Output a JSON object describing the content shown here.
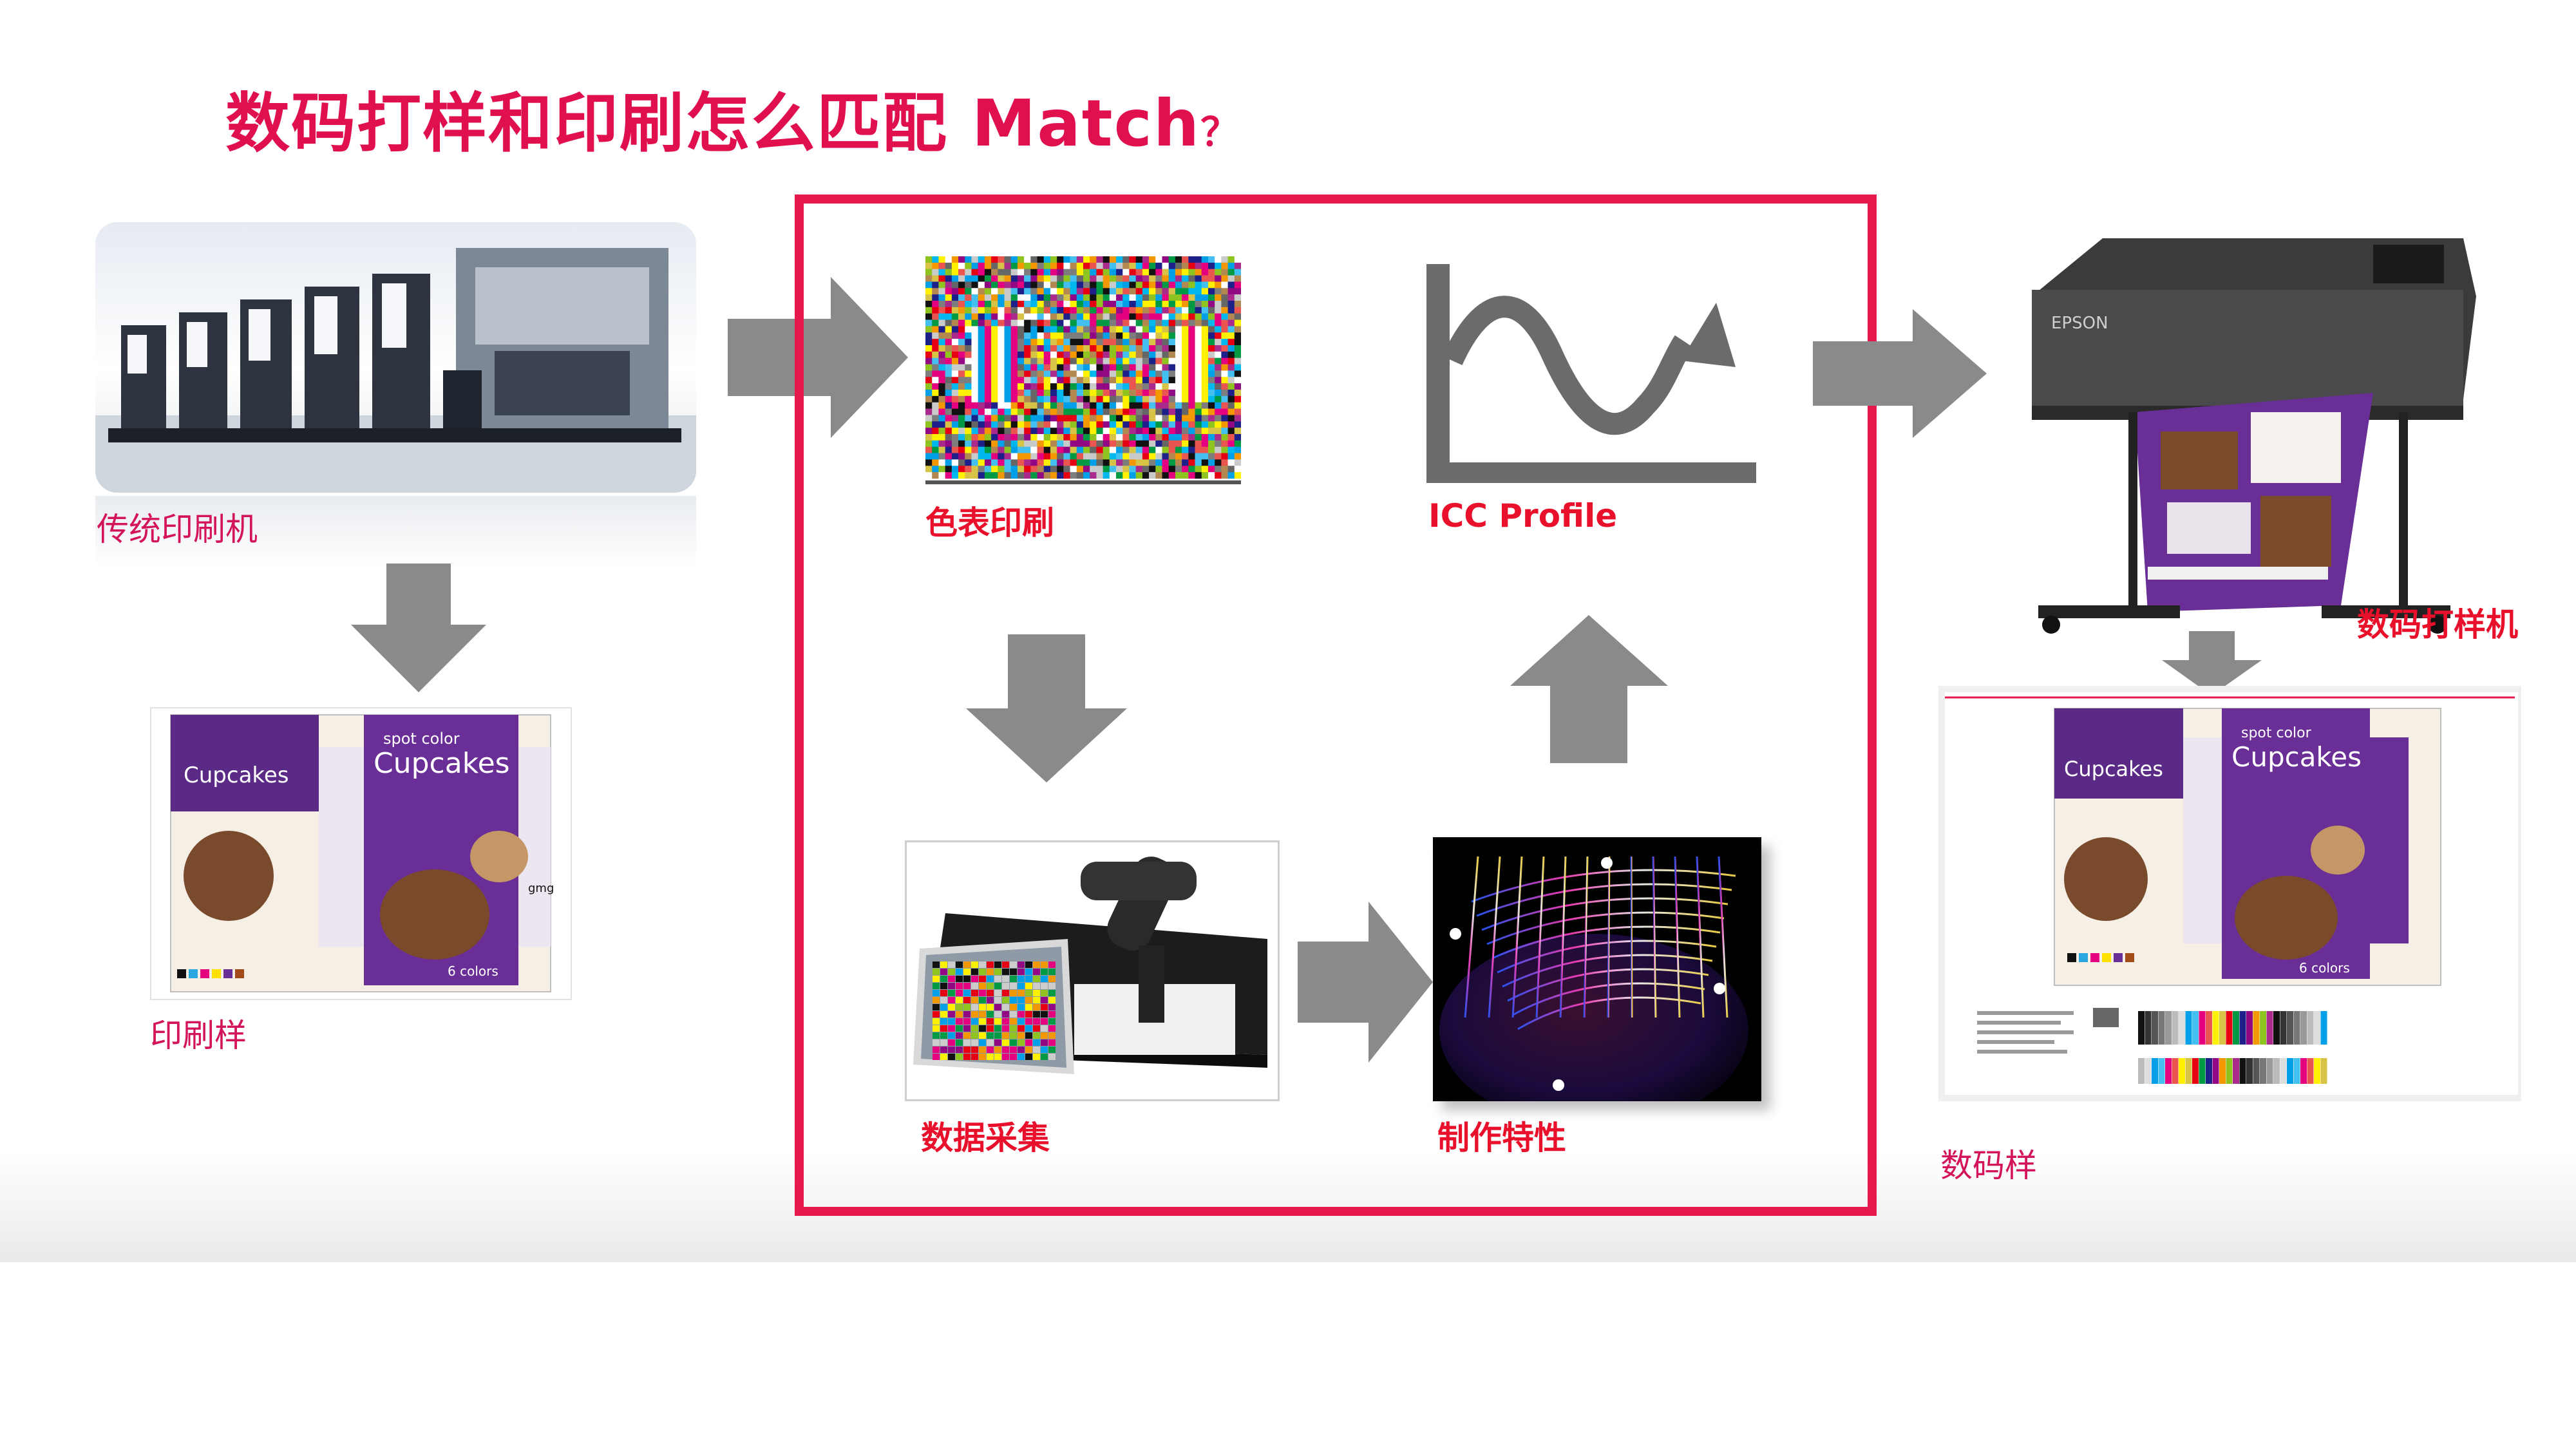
{
  "title": {
    "main": "数码打样和印刷怎么匹配 Match",
    "suffix": "？"
  },
  "labels": {
    "press": "传统印刷机",
    "print_sample": "印刷样",
    "chart_print": "色表印刷",
    "icc": "ICC Profile",
    "data_collect": "数据采集",
    "characterize": "制作特性",
    "proofer": "数码打样机",
    "digital_sample": "数码样"
  },
  "package": {
    "brand_top": "spot color",
    "brand_main": "Cupcakes",
    "logo": "gmg",
    "colors_badge": "6 colors"
  },
  "printer_brand": "EPSON",
  "colors": {
    "accent": "#e5194d",
    "arrow": "#8a8a8a",
    "purple": "#5b2a86"
  }
}
